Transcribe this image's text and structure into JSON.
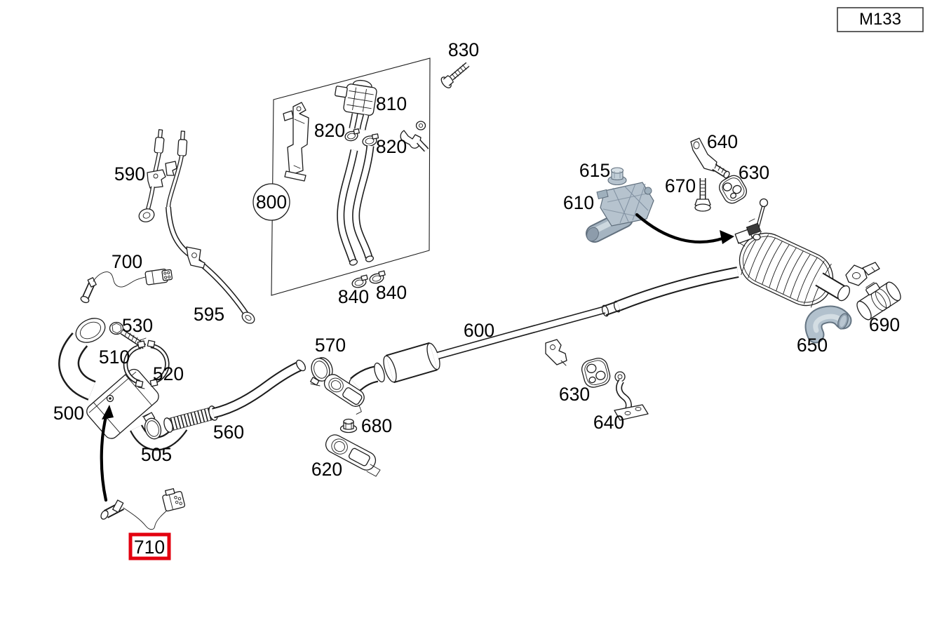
{
  "header": {
    "model_code": "M133"
  },
  "diagram": {
    "type": "exploded-parts-diagram",
    "subject": "exhaust-system",
    "highlighted_part": "710",
    "colors": {
      "highlight_red": "#e3000f",
      "accent_part": "#b2c1cd",
      "line": "#1c1c1c"
    },
    "callouts": {
      "screw_830": "830",
      "pressure_sensor_810": "810",
      "clamp_820_left": "820",
      "clamp_820_right": "820",
      "sensor_kit_800": "800",
      "hose_clamp_840_left": "840",
      "hose_clamp_840_right": "840",
      "tube_assembly_590": "590",
      "front_o2_sensor_700": "700",
      "pipe_595": "595",
      "bolt_530": "530",
      "clamp_half_510": "510",
      "clamp_half_520": "520",
      "catalytic_converter_500": "500",
      "hose_clamp_505": "505",
      "flex_pipe_560": "560",
      "clamp_570": "570",
      "center_pipe_600": "600",
      "nut_680": "680",
      "bracket_620": "620",
      "rubber_mount_630_center": "630",
      "bracket_640_center": "640",
      "nut_615": "615",
      "flap_actuator_610": "610",
      "bolt_670": "670",
      "hanger_640_rear": "640",
      "rubber_mount_630_rear": "630",
      "exhaust_tip_650": "650",
      "clamp_690": "690",
      "rear_o2_sensor_710": "710"
    }
  }
}
